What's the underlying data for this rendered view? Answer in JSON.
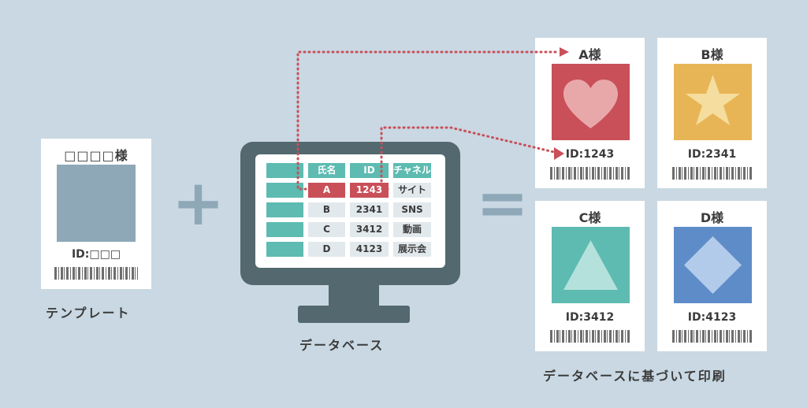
{
  "template": {
    "title": "□□□□様",
    "id_label": "ID:□□□",
    "caption": "テンプレート"
  },
  "operators": {
    "plus": "+",
    "equals": "="
  },
  "database": {
    "caption": "データベース",
    "headers": [
      "氏名",
      "ID",
      "チャネル"
    ],
    "rows": [
      {
        "name": "A",
        "id": "1243",
        "channel": "サイト",
        "highlighted": true
      },
      {
        "name": "B",
        "id": "2341",
        "channel": "SNS"
      },
      {
        "name": "C",
        "id": "3412",
        "channel": "動画"
      },
      {
        "name": "D",
        "id": "4123",
        "channel": "展示会"
      }
    ]
  },
  "results": [
    {
      "title": "A様",
      "id_label": "ID:1243",
      "shape": "heart",
      "bg": "#c94f58",
      "fg": "#e8a8aa"
    },
    {
      "title": "B様",
      "id_label": "ID:2341",
      "shape": "star",
      "bg": "#e8b556",
      "fg": "#f4dd9e"
    },
    {
      "title": "C様",
      "id_label": "ID:3412",
      "shape": "triangle",
      "bg": "#5dbbb1",
      "fg": "#b5e1dc"
    },
    {
      "title": "D様",
      "id_label": "ID:4123",
      "shape": "diamond",
      "bg": "#5e8cc8",
      "fg": "#b3cbea"
    }
  ],
  "results_caption": "データベースに基づいて印刷",
  "colors": {
    "background": "#c9d8e2",
    "teal": "#5dbbb1",
    "red": "#c94f58",
    "gray": "#8ea8b8",
    "monitor": "#53686f"
  }
}
